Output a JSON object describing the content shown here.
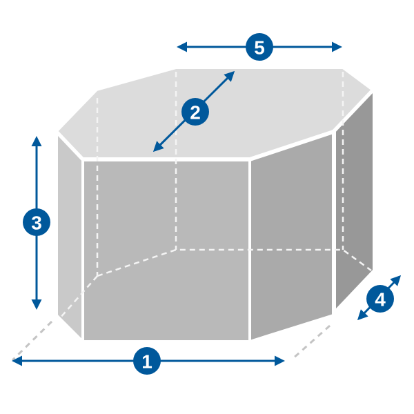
{
  "colors": {
    "accent": "#00589b",
    "top": "#dcdcdc",
    "left": "#c9c9c9",
    "front": "#b9b9b9",
    "right_front": "#aaaaaa",
    "far_right": "#989898",
    "edge": "#ffffff",
    "ground": "#c4c4c4"
  },
  "dimensions": [
    {
      "id": "1",
      "label": "1"
    },
    {
      "id": "2",
      "label": "2"
    },
    {
      "id": "3",
      "label": "3"
    },
    {
      "id": "4",
      "label": "4"
    },
    {
      "id": "5",
      "label": "5"
    }
  ]
}
